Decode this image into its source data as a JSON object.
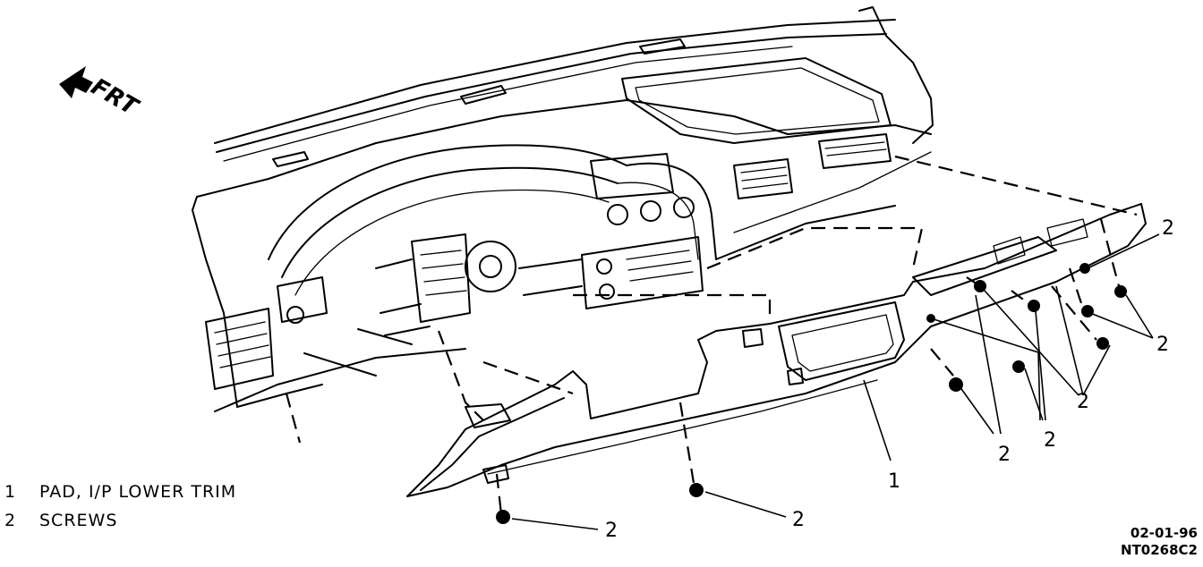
{
  "direction_label": "FRT",
  "callouts": {
    "pad": "1",
    "screw": "2"
  },
  "legend": [
    {
      "number": "1",
      "text": "PAD, I/P LOWER TRIM"
    },
    {
      "number": "2",
      "text": "SCREWS"
    }
  ],
  "stamp": {
    "date": "02-01-96",
    "figure_code": "NT0268C2"
  }
}
